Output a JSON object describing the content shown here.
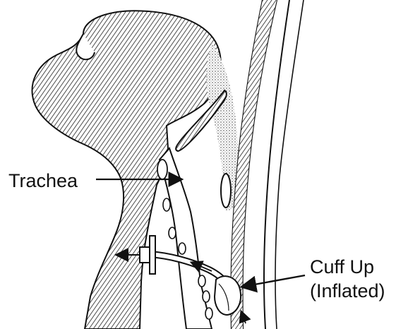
{
  "labels": {
    "trachea": "Trachea",
    "cuff_line1": "Cuff Up",
    "cuff_line2": "(Inflated)"
  },
  "colors": {
    "ink": "#111111",
    "background": "#ffffff"
  }
}
